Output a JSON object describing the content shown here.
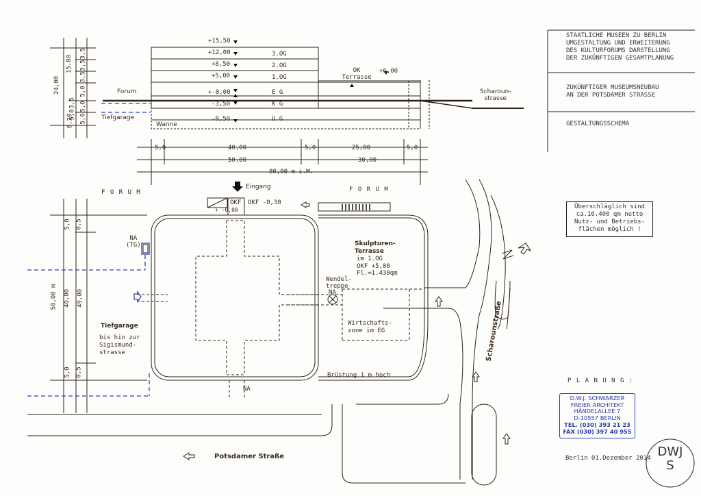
{
  "title_block": {
    "lines": [
      "STAATLICHE MUSEEN ZU BERLIN",
      "UMGESTALTUNG UND ERWEITERUNG",
      "DES KULTURFORUMS DARSTELLUNG",
      "DER ZUKÜNFTIGEN GESAMTPLANUNG"
    ],
    "project": [
      "ZUKÜNFTIGER MUSEUMSNEUBAU",
      "AN DER POTSDAMER STRASSE"
    ],
    "sheet": "GESTALTUNGSSCHEMA",
    "note": [
      "Überschläglich sind",
      "ca.16.400 qm netto",
      "Nutz- und Betriebs-",
      "flächen möglich !"
    ],
    "planung": "P L A N U N G   :",
    "date": "Berlin 01.Dezember 2014"
  },
  "stamp": {
    "lines": [
      "D.W.J. SCHWARZER",
      "FREIER ARCHITEKT",
      "HÄNDELALLEE 7",
      "D-10557 BERLIN",
      "TEL. (030) 393 21 23",
      "FAX (030) 397 40 955"
    ]
  },
  "monogram": {
    "text": "DWJS"
  },
  "section": {
    "levels": [
      "+15,50",
      "+12,00",
      "+8,50",
      "+5,00",
      "+-0,00",
      "-3,50",
      "-8,50"
    ],
    "floors": [
      "3.OG",
      "2.OG",
      "1.OG",
      "E G",
      "K G",
      "U G"
    ],
    "terrace_label": "OK Terrasse",
    "terrace_level": "+6,00",
    "forum": "Forum",
    "tiefgarage": "Tiefgarage",
    "wanne": "Wanne",
    "scharoun": "Scharoun-\nstrasse",
    "height_dims": [
      "24,00",
      "15,80",
      "8,20"
    ],
    "floor_dims": [
      "3,5",
      "3,5",
      "3,5",
      "5,0",
      "3,5",
      "5,0",
      "5,0",
      "5,0"
    ]
  },
  "dims_horizontal": {
    "row1": [
      "5,0",
      "40,00",
      "5,0",
      "25,00",
      "5,0"
    ],
    "row2": [
      "50,00",
      "30,00"
    ],
    "row3": "80,00 m i.M."
  },
  "plan": {
    "forum_left": "F O R U M",
    "forum_right": "F O R U M",
    "eingang": "Eingang",
    "okf_box": "OKF",
    "okf_zero": "+ -0,00",
    "okf_level": "OKF -0,30",
    "na_tg": "NA\n(TG)",
    "skulptur": "Skulpturen-\nTerrasse",
    "skulptur_detail": "im 1.OG\nOKF +5,00\nFl.=1.430qm",
    "wendel": "Wendel-\ntreppe",
    "na_mid": "NA",
    "wirtschaft": "Wirtschafts-\nzone im EG",
    "tiefgarage": "Tiefgarage",
    "tiefgarage_detail": "bis hin zur\nSigismund-\nstrasse",
    "bruestung": "Brüstung 1 m hoch",
    "na_bottom": "NA",
    "scharoun": "Scharounstraße",
    "potsdamer": "Potsdamer Straße",
    "left_dims": [
      "50,00 m",
      "40,00",
      "49,00",
      "5,0",
      "0,5",
      "5,0",
      "0,5"
    ]
  }
}
